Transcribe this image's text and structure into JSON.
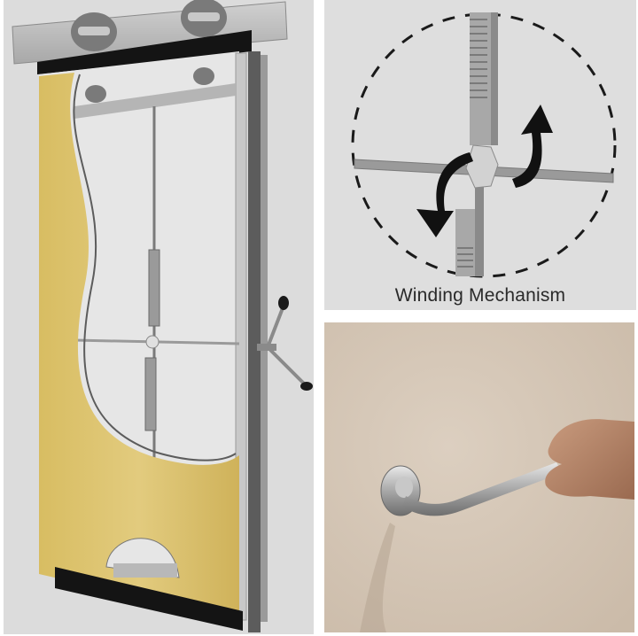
{
  "figure": {
    "panels": [
      {
        "id": "door-cutaway",
        "description": "Cutaway illustration of a sliding pocket door with overhead track, rollers, internal cable and winding handle"
      },
      {
        "id": "winding-mechanism",
        "caption": "Winding Mechanism",
        "description": "Detail of ratchet bars and cross bar with rotation arrows inside a dashed circle"
      },
      {
        "id": "handle-photo",
        "description": "Photo of a hand turning a chrome crank handle protruding from a beige wall"
      }
    ]
  },
  "colors": {
    "background": "#dcdcdc",
    "wood": "#d9bf6a",
    "metal": "#b8b8b8",
    "dark": "#1a1a1a",
    "wall": "#d4c7b8",
    "caption_text": "#2a2a2a"
  }
}
